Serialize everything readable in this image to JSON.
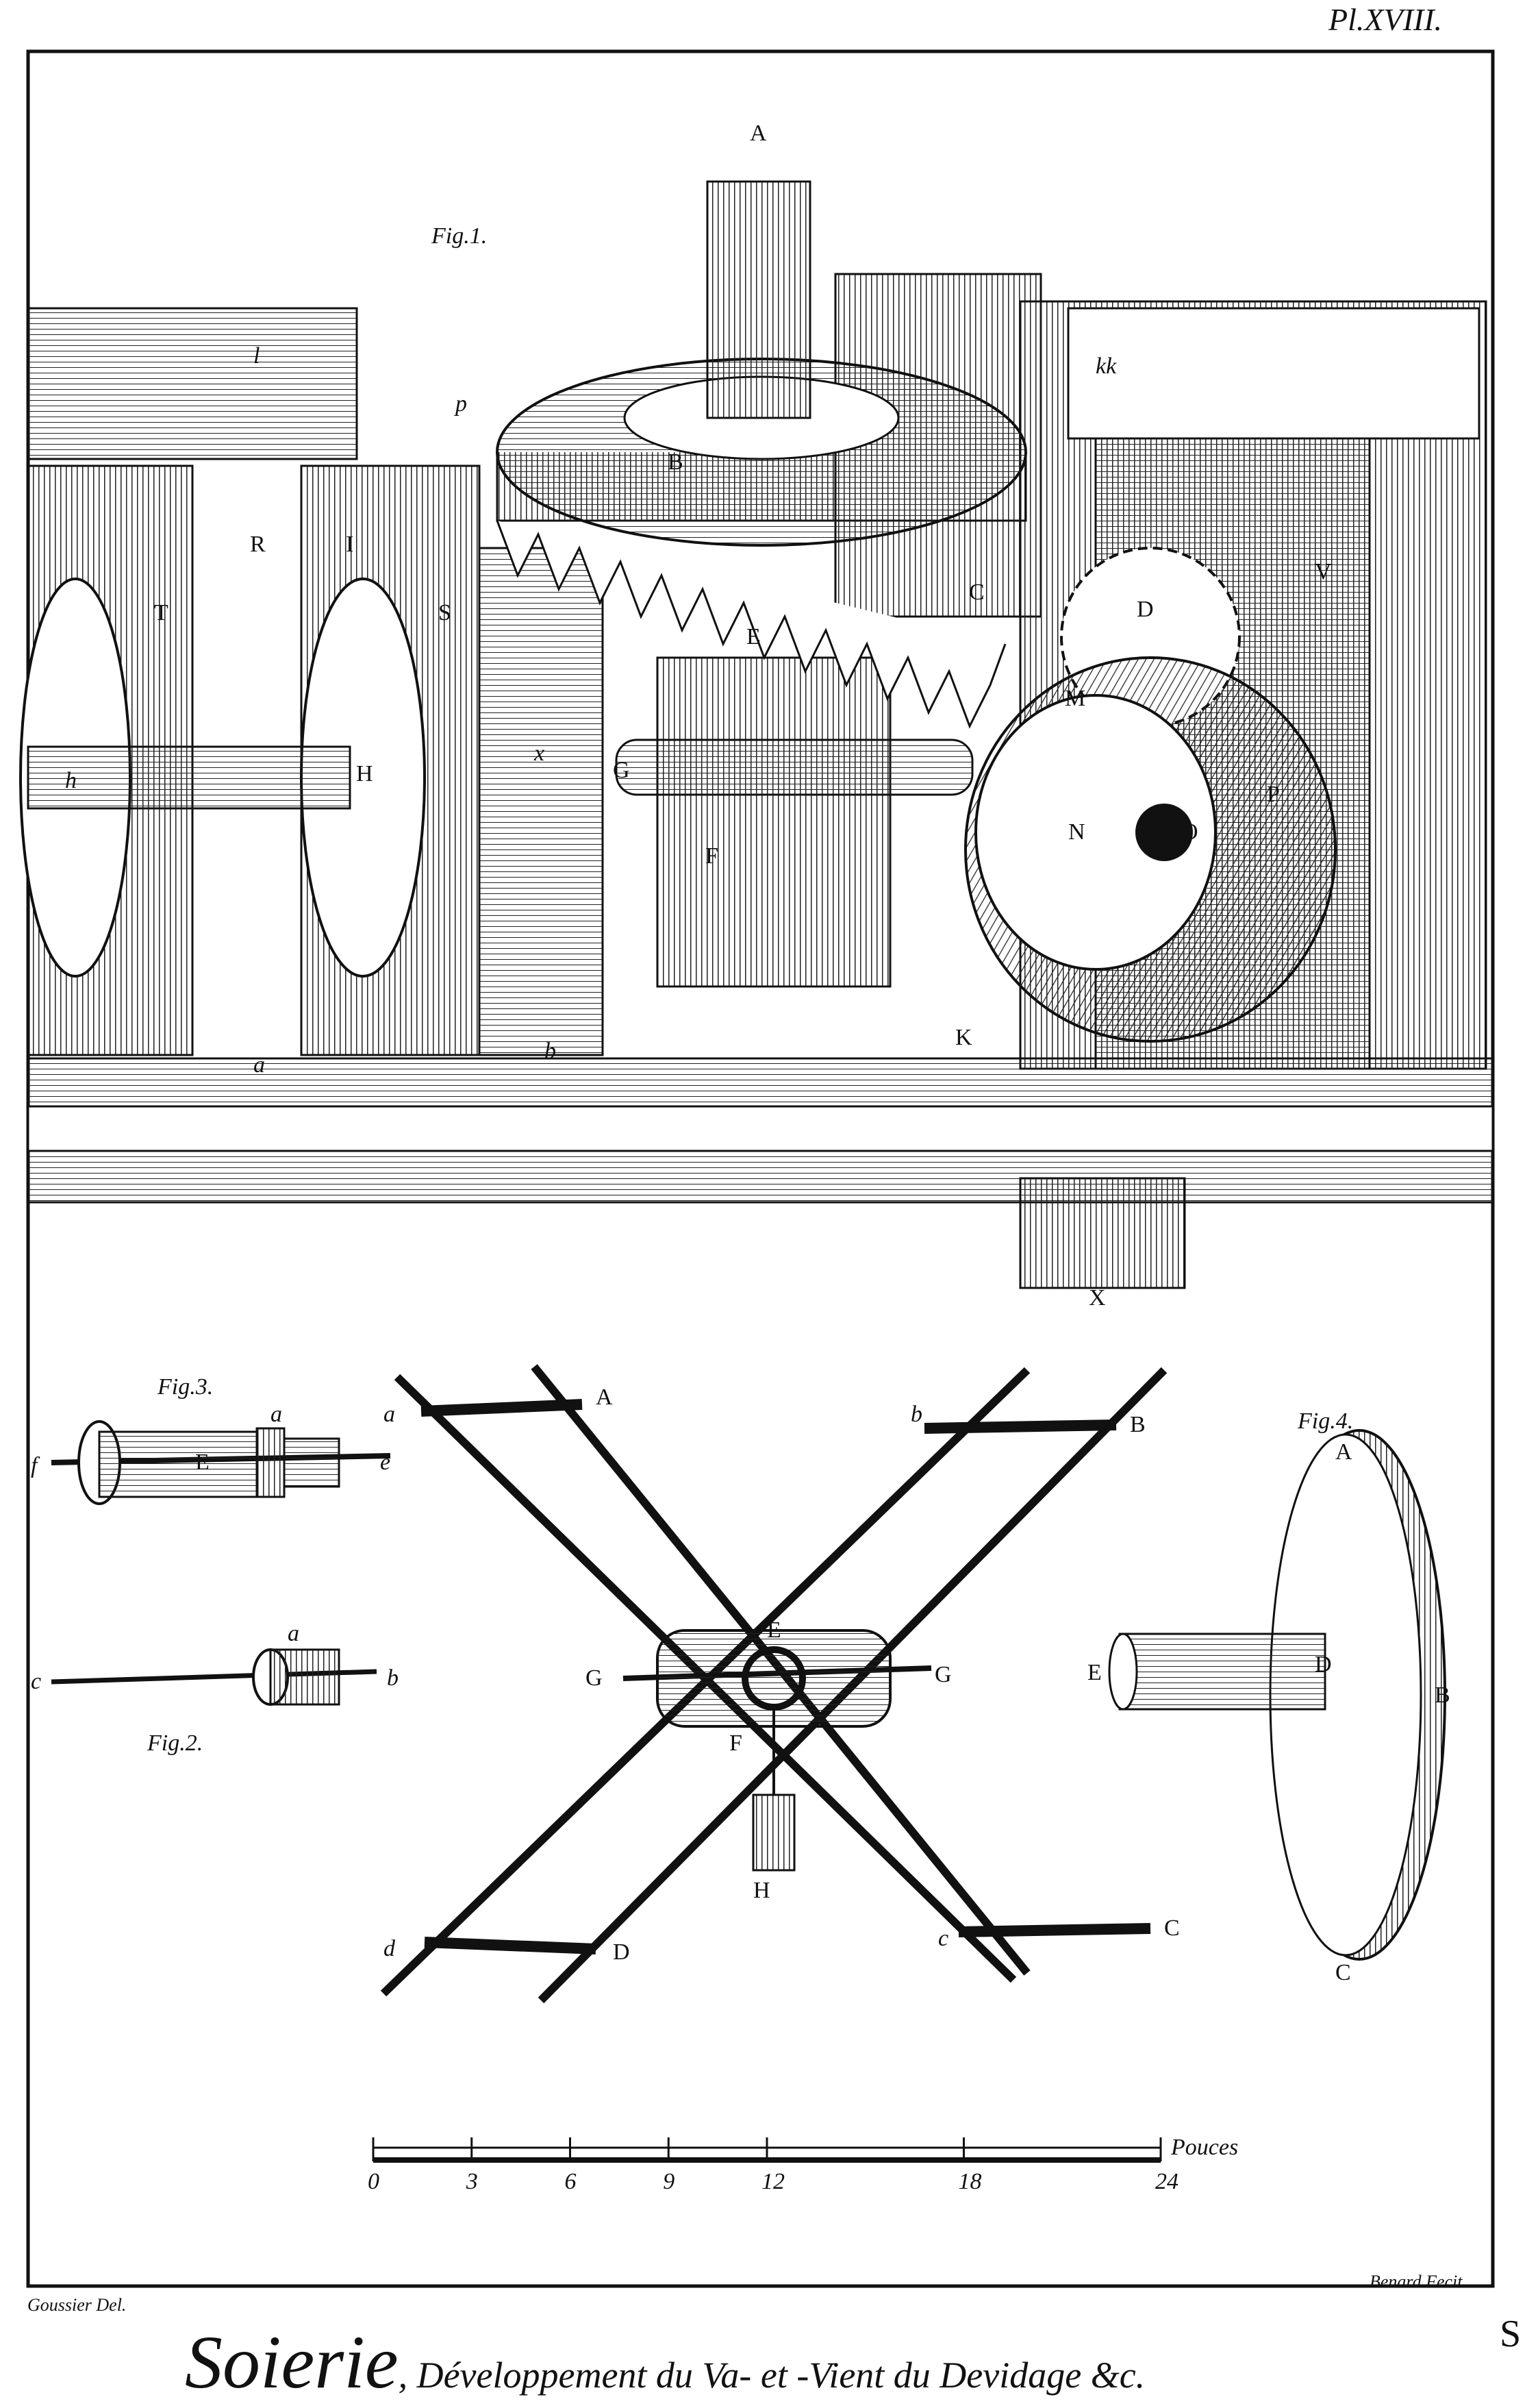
{
  "plate_number": "Pl.XVIII.",
  "figures": {
    "fig1": "Fig.1.",
    "fig2": "Fig.2.",
    "fig3": "Fig.3.",
    "fig4": "Fig.4."
  },
  "fig1_labels": {
    "A": "A",
    "B": "B",
    "C": "C",
    "D": "D",
    "E": "E",
    "F": "F",
    "G": "G",
    "H": "H",
    "h": "h",
    "I": "I",
    "K": "K",
    "kk": "kk",
    "l": "l",
    "p": "p",
    "M": "M",
    "N": "N",
    "O": "O",
    "P": "P",
    "R": "R",
    "S": "S",
    "T": "T",
    "V": "V",
    "x": "x",
    "a": "a",
    "b": "b",
    "X": "X"
  },
  "reel_labels": {
    "A": "A",
    "a": "a",
    "B": "B",
    "b": "b",
    "C": "C",
    "c": "c",
    "D": "D",
    "d": "d",
    "E": "E",
    "F": "F",
    "G_left": "G",
    "G_right": "G",
    "H": "H"
  },
  "fig3_labels": {
    "f": "f",
    "E": "E",
    "a": "a",
    "e": "e"
  },
  "fig2_labels": {
    "c": "c",
    "a": "a",
    "b": "b"
  },
  "fig4_labels": {
    "A": "A",
    "B": "B",
    "C": "C",
    "D": "D",
    "E": "E"
  },
  "scale": {
    "unit": "Pouces",
    "ticks": [
      "0",
      "3",
      "6",
      "9",
      "12",
      "18",
      "24"
    ]
  },
  "credits": {
    "draftsman": "Goussier Del.",
    "engraver": "Benard Fecit"
  },
  "caption": {
    "title": "Soierie",
    "subtitle": ", Développement du Va- et -Vient du Devidage &c.",
    "letter": "S"
  }
}
